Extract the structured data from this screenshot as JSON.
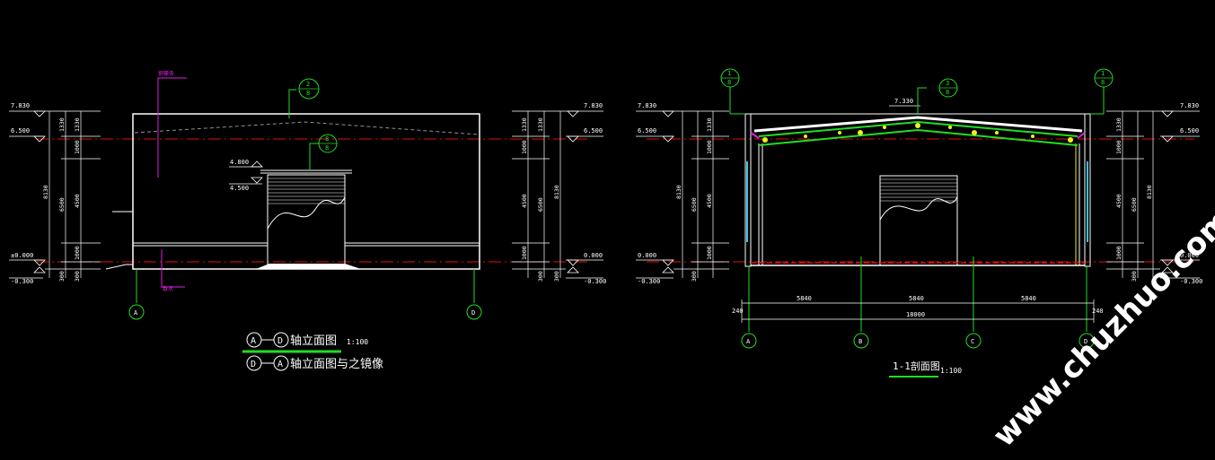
{
  "colors": {
    "background": "#000000",
    "white": "#ffffff",
    "green": "#22dd22",
    "red": "#e01010",
    "magenta": "#e020e0",
    "yellow": "#f0f020",
    "cyan": "#40c0e0",
    "grey": "#909090"
  },
  "left_elevation": {
    "levels": {
      "top": "7.830",
      "eave": "6.500",
      "ground": "±0.000",
      "below": "-0.300",
      "door_top": "4.800",
      "door_head": "4.500"
    },
    "dims": {
      "d1330": "1330",
      "d1000a": "1000",
      "d4500": "4500",
      "d1000b": "1000",
      "d300": "300",
      "d6500": "6500",
      "d8130": "8130"
    },
    "detail_ref": {
      "num": "2",
      "sheet": "8"
    },
    "door_detail_ref": {
      "num": "8",
      "sheet": "8"
    },
    "note_top": "钢檩条",
    "note_bottom": "散水",
    "axes": [
      "A",
      "D"
    ]
  },
  "right_elevation": {
    "levels": {
      "top": "7.830",
      "eave": "6.500",
      "ground": "0.000",
      "below": "-0.300"
    },
    "dims": {
      "d1330": "1330",
      "d1000a": "1000",
      "d4500": "4500",
      "d1000b": "1000",
      "d300": "300",
      "d6500": "6500",
      "d8130": "8130"
    }
  },
  "section": {
    "ridge_level": "7.330",
    "left_levels": {
      "top": "7.830",
      "eave": "6.500",
      "ground": "0.000",
      "below": "-0.300"
    },
    "right_levels": {
      "top": "7.830",
      "eave": "6.500",
      "ground": "0.000",
      "below": "-0.300"
    },
    "left_dims": {
      "d1330": "1330",
      "d1000a": "1000",
      "d4500": "4500",
      "d1000b": "1000",
      "d300": "300",
      "d6500": "6500",
      "d8130": "8130"
    },
    "right_dims": {
      "d1330": "1330",
      "d1000a": "1000",
      "d4500": "4500",
      "d1000b": "1000",
      "d300": "300",
      "d6500": "6500",
      "d8130": "8130"
    },
    "spans": [
      "5840",
      "5840",
      "5840"
    ],
    "total_span": "18000",
    "edge_left": "240",
    "edge_right": "240",
    "axes": [
      "A",
      "B",
      "C",
      "D"
    ],
    "refs": {
      "left": {
        "num": "1",
        "sheet": "8"
      },
      "ridge": {
        "num": "3",
        "sheet": "8"
      },
      "right": {
        "num": "1",
        "sheet": "8"
      }
    }
  },
  "captions": {
    "main": {
      "from": "A",
      "to": "D",
      "text": "轴立面图",
      "scale": "1:100"
    },
    "mirror": {
      "from": "D",
      "to": "A",
      "text": "轴立面图与之镜像"
    },
    "section": {
      "title": "1-1剖面图",
      "scale": "1:100"
    }
  },
  "watermark": "www.chuzhuo.com"
}
